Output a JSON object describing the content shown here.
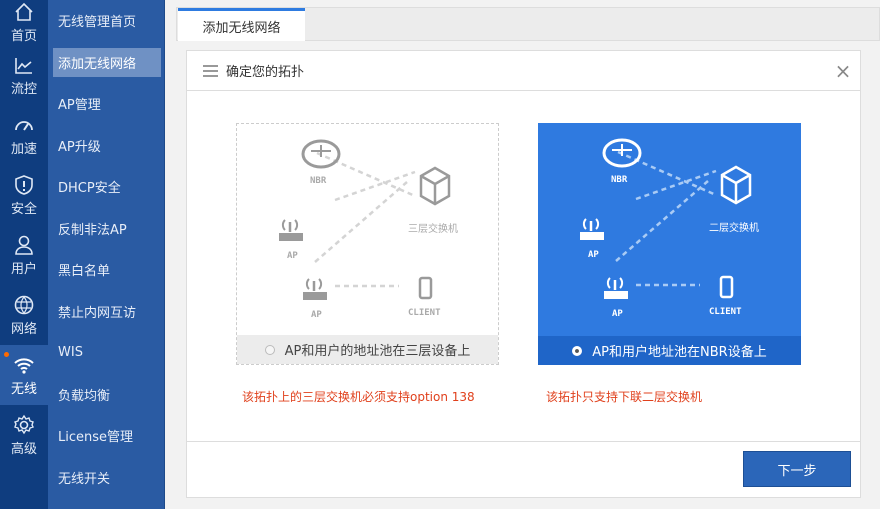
{
  "rail": [
    {
      "label": "首页",
      "icon": "home-icon"
    },
    {
      "label": "流控",
      "icon": "chart-icon"
    },
    {
      "label": "加速",
      "icon": "speed-icon"
    },
    {
      "label": "安全",
      "icon": "shield-icon"
    },
    {
      "label": "用户",
      "icon": "user-icon"
    },
    {
      "label": "网络",
      "icon": "globe-icon"
    },
    {
      "label": "无线",
      "icon": "wifi-icon",
      "active": true
    },
    {
      "label": "高级",
      "icon": "gear-icon"
    }
  ],
  "submenu": [
    "无线管理首页",
    "添加无线网络",
    "AP管理",
    "AP升级",
    "DHCP安全",
    "反制非法AP",
    "黑白名单",
    "禁止内网互访",
    "WIS",
    "负载均衡",
    "License管理",
    "无线开关"
  ],
  "tab": "添加无线网络",
  "modal": {
    "title": "确定您的拓扑",
    "close": "×",
    "options": [
      {
        "caption": "AP和用户的地址池在三层设备上",
        "switch": "三层交换机",
        "note": "该拓扑上的三层交换机必须支持option 138",
        "selected": false
      },
      {
        "caption": "AP和用户地址池在NBR设备上",
        "switch": "二层交换机",
        "note": "该拓扑只支持下联二层交换机",
        "selected": true
      }
    ],
    "labels": {
      "nbr": "NBR",
      "ap": "AP",
      "client": "CLIENT"
    },
    "next": "下一步"
  },
  "colors": {
    "accent": "#2f7ae0",
    "note": "#e0401c"
  }
}
